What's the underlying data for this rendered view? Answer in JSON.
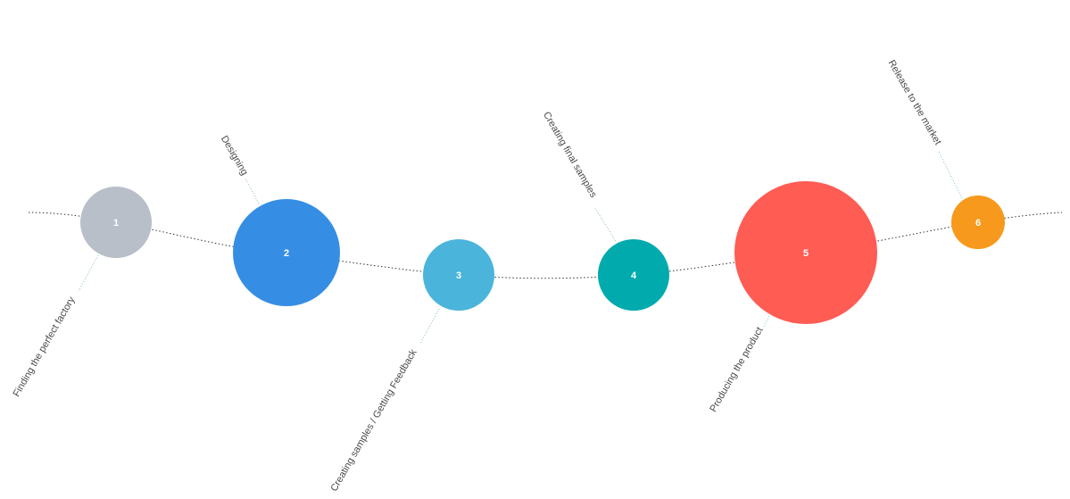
{
  "timeline": {
    "steps": [
      {
        "number": "1",
        "label": "Finding the perfect factory",
        "color": "#b8bfc8",
        "label_side": "below"
      },
      {
        "number": "2",
        "label": "Designing",
        "color": "#368ee4",
        "label_side": "above"
      },
      {
        "number": "3",
        "label": "Creating samples / Getting Feedback",
        "color": "#4ab4db",
        "label_side": "below"
      },
      {
        "number": "4",
        "label": "Creating final samples",
        "color": "#00aaad",
        "label_side": "above"
      },
      {
        "number": "5",
        "label": "Producing the product",
        "color": "#ff5c54",
        "label_side": "below"
      },
      {
        "number": "6",
        "label": "Release to the market",
        "color": "#f7991c",
        "label_side": "above"
      }
    ],
    "path_color": "#333333",
    "connector_color": "#8ab8c8"
  }
}
